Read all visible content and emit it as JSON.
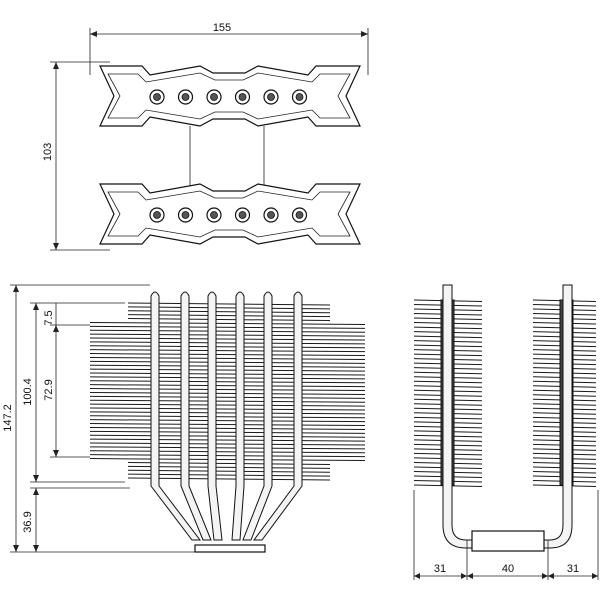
{
  "top_view": {
    "width_label": "155",
    "height_label": "103",
    "screws_per_row": 6
  },
  "front_view": {
    "total_height_label": "147.2",
    "fin_stack_label": "100.4",
    "mid_stack_label": "72.9",
    "top_offset_label": "7.5",
    "base_height_label": "36.9",
    "heatpipe_count": 6,
    "fin_count": 46
  },
  "side_view": {
    "left_label": "31",
    "center_label": "40",
    "right_label": "31",
    "fin_count": 42
  }
}
